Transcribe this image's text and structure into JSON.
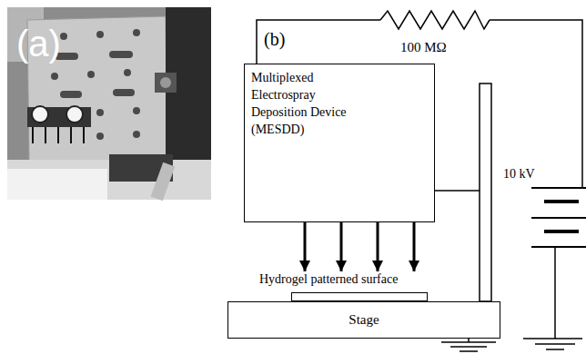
{
  "diagram": {
    "nodes": [
      {
        "text": [
          "Multiplexed Electrospray Deposition Device (MESDD)"
        ]
      },
      {
        "text": [
          "Hydrogel patterned surface"
        ]
      },
      {
        "text": [
          "Stage"
        ]
      }
    ],
    "edges": [
      {
        "from": 0,
        "to": 1,
        "arrow": "to"
      },
      {
        "from": 0,
        "to": 1,
        "arrow": "to"
      },
      {
        "from": 0,
        "to": 1,
        "arrow": "to"
      },
      {
        "from": 0,
        "to": 1,
        "arrow": "to"
      }
    ],
    "labels": [
      "(a)",
      "(b)",
      "100 MΩ",
      "10 kV"
    ]
  }
}
